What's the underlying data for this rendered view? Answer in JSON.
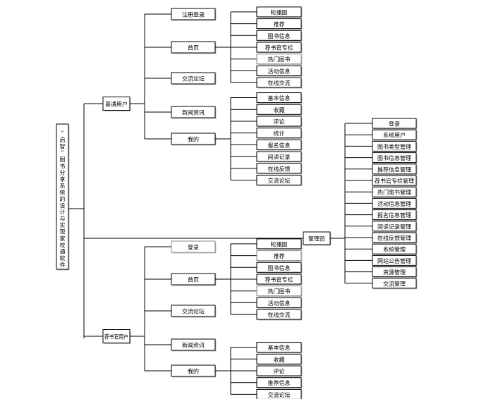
{
  "root": {
    "label": "“启智”图书分享系统的设计与实现家校通软件"
  },
  "users": [
    {
      "label": "普通用户",
      "items": [
        {
          "label": "注册登录",
          "children": []
        },
        {
          "label": "首页",
          "children": [
            "轮播图",
            "推荐",
            "图书信息",
            "荐书官专栏",
            "热门图书",
            "活动信息",
            "在线交流"
          ]
        },
        {
          "label": "交流论坛",
          "children": []
        },
        {
          "label": "新闻资讯",
          "children": []
        },
        {
          "label": "我的",
          "children": [
            "基本信息",
            "收藏",
            "评论",
            "统计",
            "报名信息",
            "阅读记录",
            "在线反馈",
            "交流论坛"
          ]
        }
      ]
    },
    {
      "label": "荐书官用户",
      "items": [
        {
          "label": "登录",
          "children": []
        },
        {
          "label": "首页",
          "children": [
            "轮播图",
            "推荐",
            "图书信息",
            "荐书官专栏",
            "热门图书",
            "活动信息",
            "在线交流"
          ]
        },
        {
          "label": "交流论坛",
          "children": []
        },
        {
          "label": "新闻资讯",
          "children": []
        },
        {
          "label": "我的",
          "children": [
            "基本信息",
            "收藏",
            "评论",
            "推荐信息",
            "交流论坛"
          ]
        }
      ]
    }
  ],
  "admin": {
    "label": "管理员",
    "items": [
      "登录",
      "系统用户",
      "图书类型管理",
      "图书信息管理",
      "推荐信息管理",
      "荐书官专栏管理",
      "热门图书管理",
      "活动信息管理",
      "报名信息管理",
      "阅读记录管理",
      "在线反馈管理",
      "系统管理",
      "网站公告管理",
      "资源管理",
      "交流管理"
    ]
  }
}
